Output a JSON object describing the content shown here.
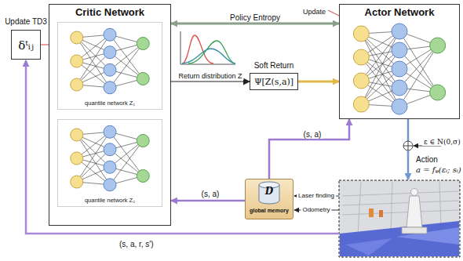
{
  "diagram": {
    "nodes": [
      {
        "text": [
          "Update TD3",
          "δᵗᵢⱼ"
        ]
      },
      {
        "text": [
          "Critic Network"
        ]
      },
      {
        "text": [
          "quantile network Z₁"
        ],
        "in": 1
      },
      {
        "text": [
          "quantile network Z₂"
        ],
        "in": 1
      },
      {
        "text": [
          "Actor Network"
        ]
      },
      {
        "text": [
          "Soft Return",
          "Ψ[Z(s,a)]"
        ]
      },
      {
        "text": [
          "D",
          "global memory"
        ]
      }
    ],
    "edges": [
      {
        "from": 1,
        "to": 4,
        "label": "Policy Entropy",
        "arrow": "both"
      },
      {
        "from": 1,
        "to": 5,
        "label": "Return distribution Z",
        "arrow": "to"
      },
      {
        "from": 5,
        "to": 4,
        "arrow": "to"
      },
      {
        "from": 6,
        "to": 4,
        "label": "(s, a)",
        "arrow": "to"
      },
      {
        "from": 6,
        "to": 1,
        "label": "(s, a)",
        "arrow": "to"
      },
      {
        "from": 0,
        "to": 1,
        "arrow": "none"
      }
    ],
    "labels": [
      "Update",
      "Action",
      "a = fᵩ(εᵢ; sᵢ)",
      "ε ∈ N(0,σ)",
      "Laser finding",
      "Odometry",
      "(s, a, r, s')"
    ]
  }
}
